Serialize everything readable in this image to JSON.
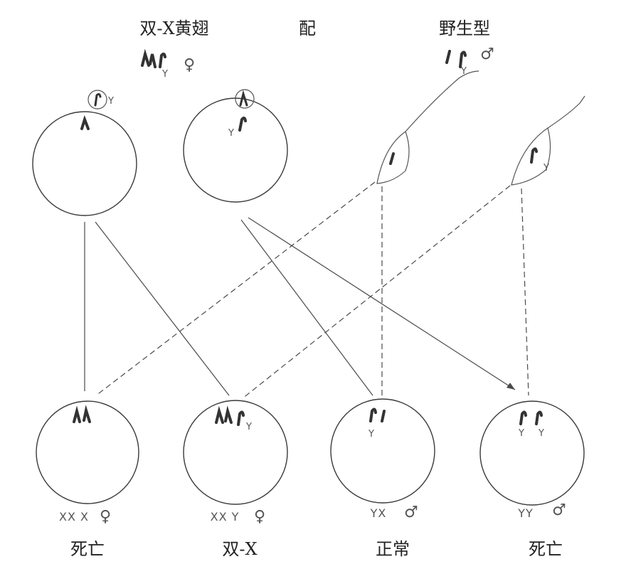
{
  "header": {
    "female_parent": "双-X黄翅",
    "cross": "配",
    "male_parent": "野生型"
  },
  "symbols": {
    "female": "♀",
    "male": "♂",
    "y": "Y"
  },
  "offspring": [
    {
      "genotype": "XX X",
      "sex": "♀",
      "fate": "死亡"
    },
    {
      "genotype": "XX Y",
      "sex": "♀",
      "fate": "双-X"
    },
    {
      "genotype": "YX",
      "sex": "♂",
      "fate": "正常"
    },
    {
      "genotype": "YY",
      "sex": "♂",
      "fate": "死亡"
    }
  ]
}
